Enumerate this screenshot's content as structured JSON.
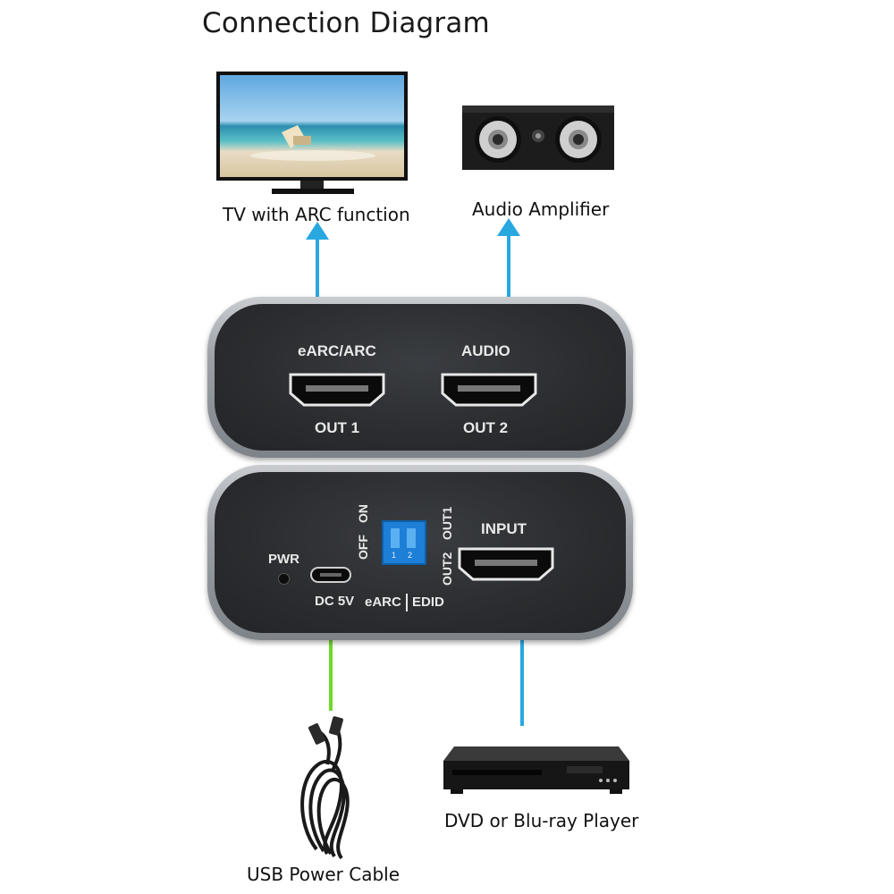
{
  "title": "Connection Diagram",
  "captions": {
    "tv": "TV with ARC function",
    "amplifier": "Audio Amplifier",
    "player": "DVD or Blu-ray Player",
    "cable": "USB Power Cable"
  },
  "top_device": {
    "port1_top": "eARC/ARC",
    "port1_bottom": "OUT 1",
    "port2_top": "AUDIO",
    "port2_bottom": "OUT 2"
  },
  "bottom_device": {
    "pwr": "PWR",
    "dc": "DC 5V",
    "off": "OFF",
    "on": "ON",
    "out1": "OUT1",
    "out2": "OUT2",
    "earc": "eARC",
    "edid": "EDID",
    "input": "INPUT",
    "switch_1": "1",
    "switch_2": "2"
  },
  "colors": {
    "arrow_blue": "#29a8e0",
    "arrow_green": "#6fd92b"
  },
  "icons": {
    "tv": "tv-icon",
    "speaker": "speaker-icon",
    "player": "dvd-player-icon",
    "cable": "usb-cable-icon"
  }
}
